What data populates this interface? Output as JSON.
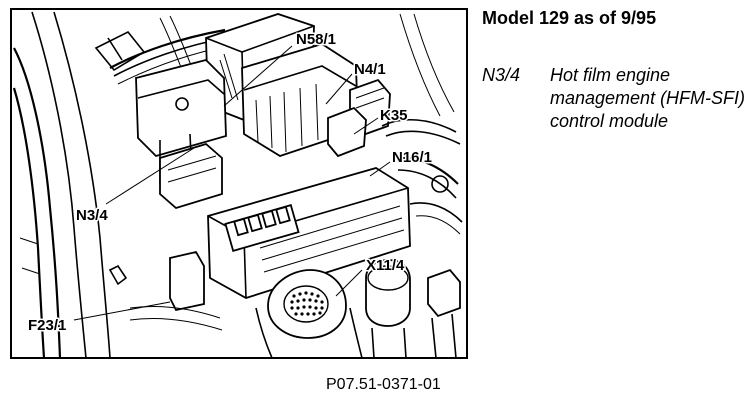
{
  "title": "Model 129 as of 9/95",
  "legend": {
    "code": "N3/4",
    "description": "Hot film engine management (HFM-SFI) control module"
  },
  "callouts": {
    "n58_1": "N58/1",
    "n4_1": "N4/1",
    "k35": "K35",
    "n16_1": "N16/1",
    "n3_4": "N3/4",
    "x11_4": "X11/4",
    "f23_1": "F23/1"
  },
  "figure_ref": "P07.51-0371-01"
}
